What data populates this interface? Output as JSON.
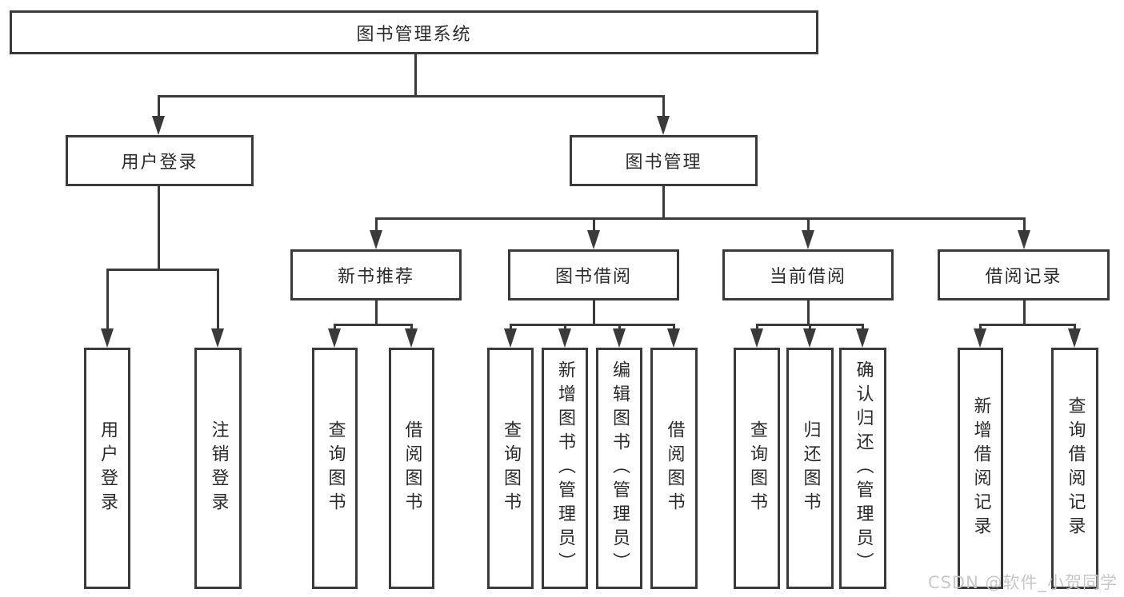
{
  "diagram": {
    "root": {
      "label": "图书管理系统"
    },
    "level2": [
      {
        "label": "用户登录"
      },
      {
        "label": "图书管理"
      }
    ],
    "level3": [
      {
        "label": "新书推荐"
      },
      {
        "label": "图书借阅"
      },
      {
        "label": "当前借阅"
      },
      {
        "label": "借阅记录"
      }
    ],
    "leaves": [
      {
        "label": "用户登录"
      },
      {
        "label": "注销登录"
      },
      {
        "label": "查询图书"
      },
      {
        "label": "借阅图书"
      },
      {
        "label": "查询图书"
      },
      {
        "label": "新增图书（管理员）"
      },
      {
        "label": "编辑图书（管理员）"
      },
      {
        "label": "借阅图书"
      },
      {
        "label": "查询图书"
      },
      {
        "label": "归还图书"
      },
      {
        "label": "确认归还（管理员）"
      },
      {
        "label": "新增借阅记录"
      },
      {
        "label": "查询借阅记录"
      }
    ],
    "watermark": "CSDN @软件_小贺同学",
    "colors": {
      "line": "#3a3a3a",
      "text": "#2b2b2b",
      "watermark": "#c8c8c8",
      "background": "#ffffff"
    }
  }
}
